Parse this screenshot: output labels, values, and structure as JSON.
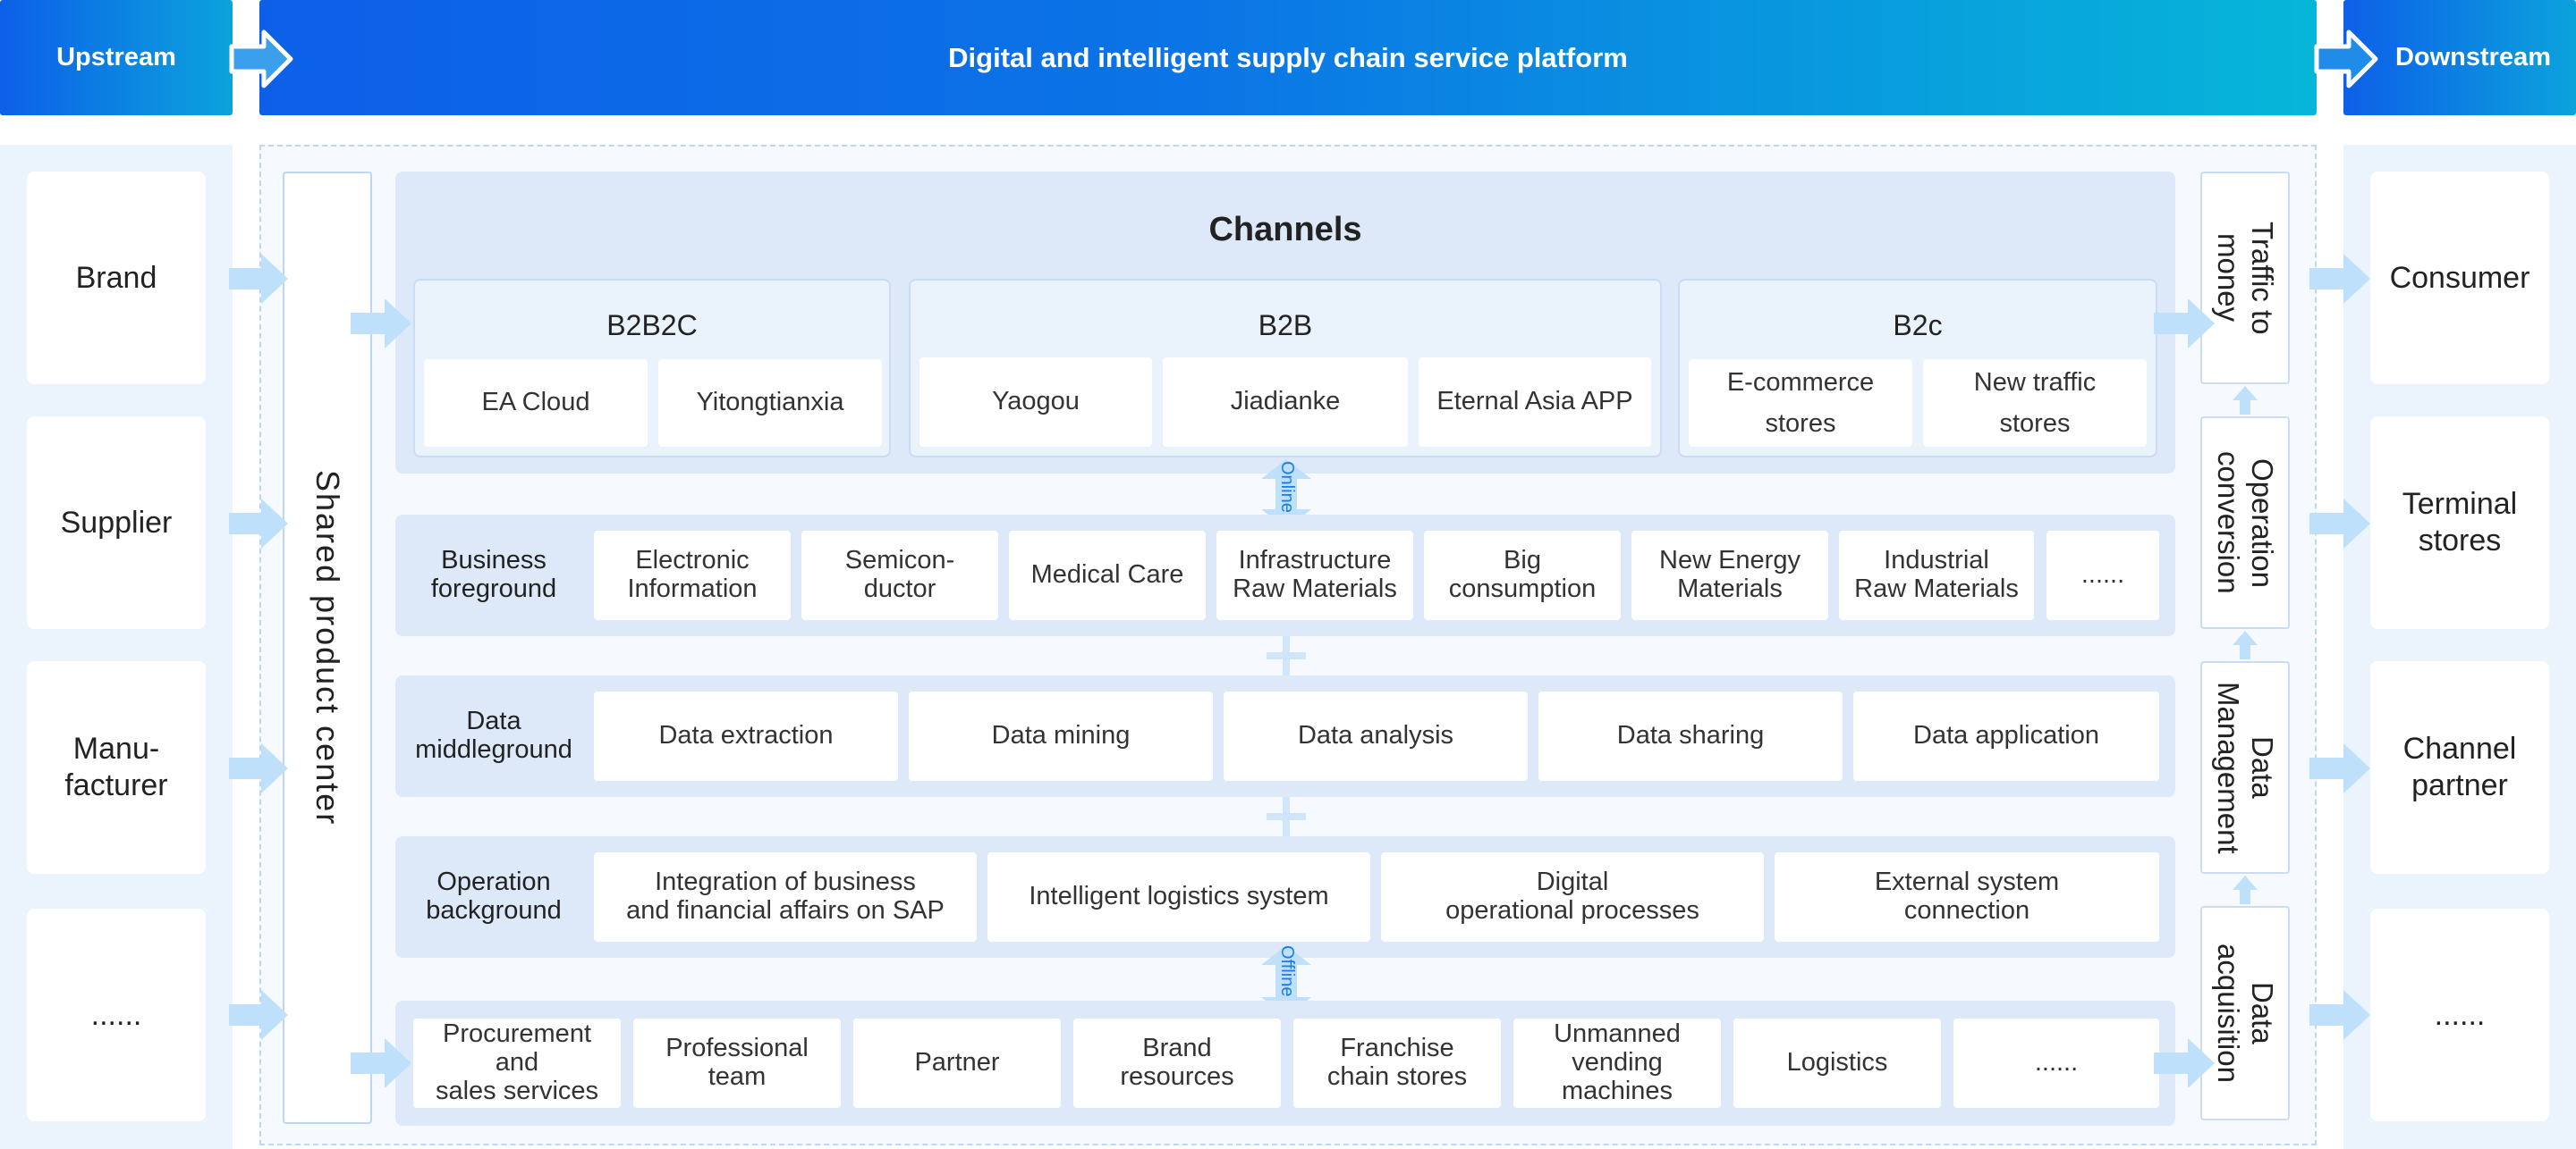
{
  "header": {
    "upstream": "Upstream",
    "platform_title": "Digital and intelligent supply chain service platform",
    "downstream": "Downstream"
  },
  "upstream_items": [
    "Brand",
    "Supplier",
    "Manu-\nfacturer",
    "......"
  ],
  "downstream_items": [
    "Consumer",
    "Terminal\nstores",
    "Channel\npartner",
    "......"
  ],
  "shared_center": "Shared product center",
  "channels": {
    "title": "Channels",
    "groups": [
      {
        "name": "B2B2C",
        "items": [
          "EA Cloud",
          "Yitongtianxia"
        ]
      },
      {
        "name": "B2B",
        "items": [
          "Yaogou",
          "Jiadianke",
          "Eternal Asia APP"
        ]
      },
      {
        "name": "B2c",
        "items": [
          "E-commerce\nstores",
          "New traffic\nstores"
        ]
      }
    ]
  },
  "connectors": {
    "online": "Online",
    "offline": "Offline"
  },
  "business_foreground": {
    "label": "Business\nforeground",
    "items": [
      "Electronic\nInformation",
      "Semicon-\nductor",
      "Medical Care",
      "Infrastructure\nRaw Materials",
      "Big\nconsumption",
      "New Energy\nMaterials",
      "Industrial\nRaw Materials",
      "......"
    ]
  },
  "data_middleground": {
    "label": "Data\nmiddleground",
    "items": [
      "Data extraction",
      "Data mining",
      "Data analysis",
      "Data sharing",
      "Data application"
    ]
  },
  "operation_background": {
    "label": "Operation\nbackground",
    "items": [
      "Integration of business\nand financial affairs on SAP",
      "Intelligent logistics system",
      "Digital\noperational processes",
      "External system\nconnection"
    ]
  },
  "offline_resources": {
    "items": [
      "Procurement\nand\nsales services",
      "Professional\nteam",
      "Partner",
      "Brand\nresources",
      "Franchise\nchain stores",
      "Unmanned\nvending\nmachines",
      "Logistics",
      "......"
    ]
  },
  "right_flow": [
    "Traffic to\nmoney",
    "Operation\nconversion",
    "Data\nManagement",
    "Data\nacquisition"
  ],
  "colors": {
    "header_start": "#0d5fe8",
    "header_end": "#06b6d8",
    "panel": "#dde9f8",
    "arrow": "#bfe0fb"
  }
}
